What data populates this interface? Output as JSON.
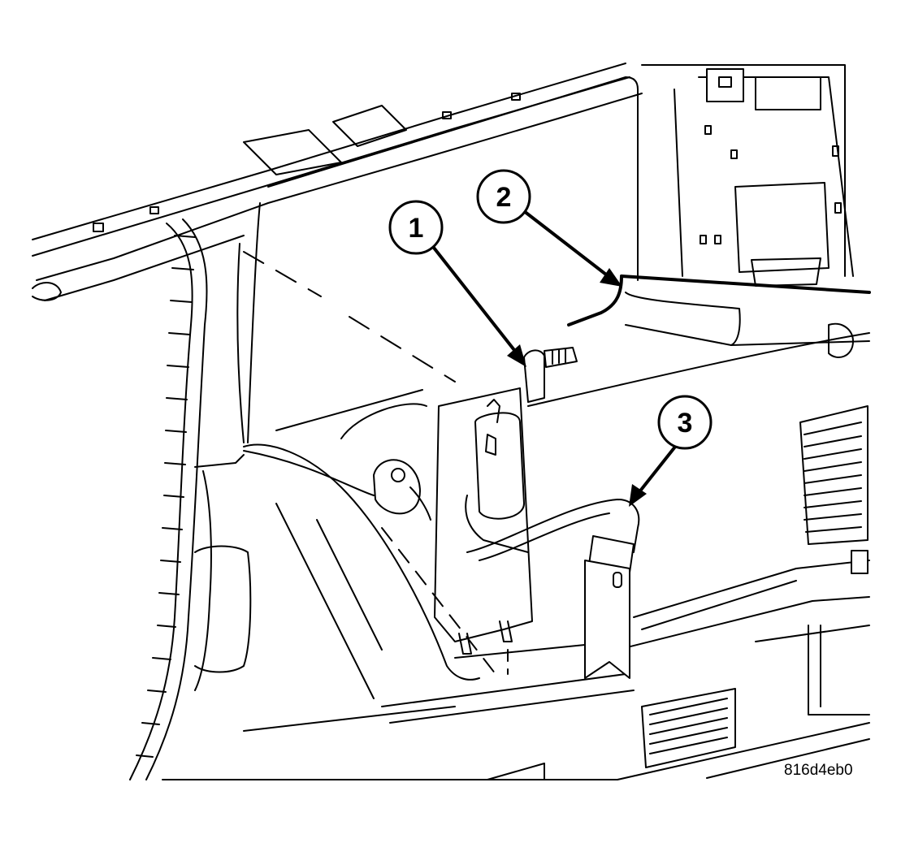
{
  "callouts": [
    {
      "label": "1"
    },
    {
      "label": "2"
    },
    {
      "label": "3"
    }
  ],
  "figure_id": "816d4eb0"
}
